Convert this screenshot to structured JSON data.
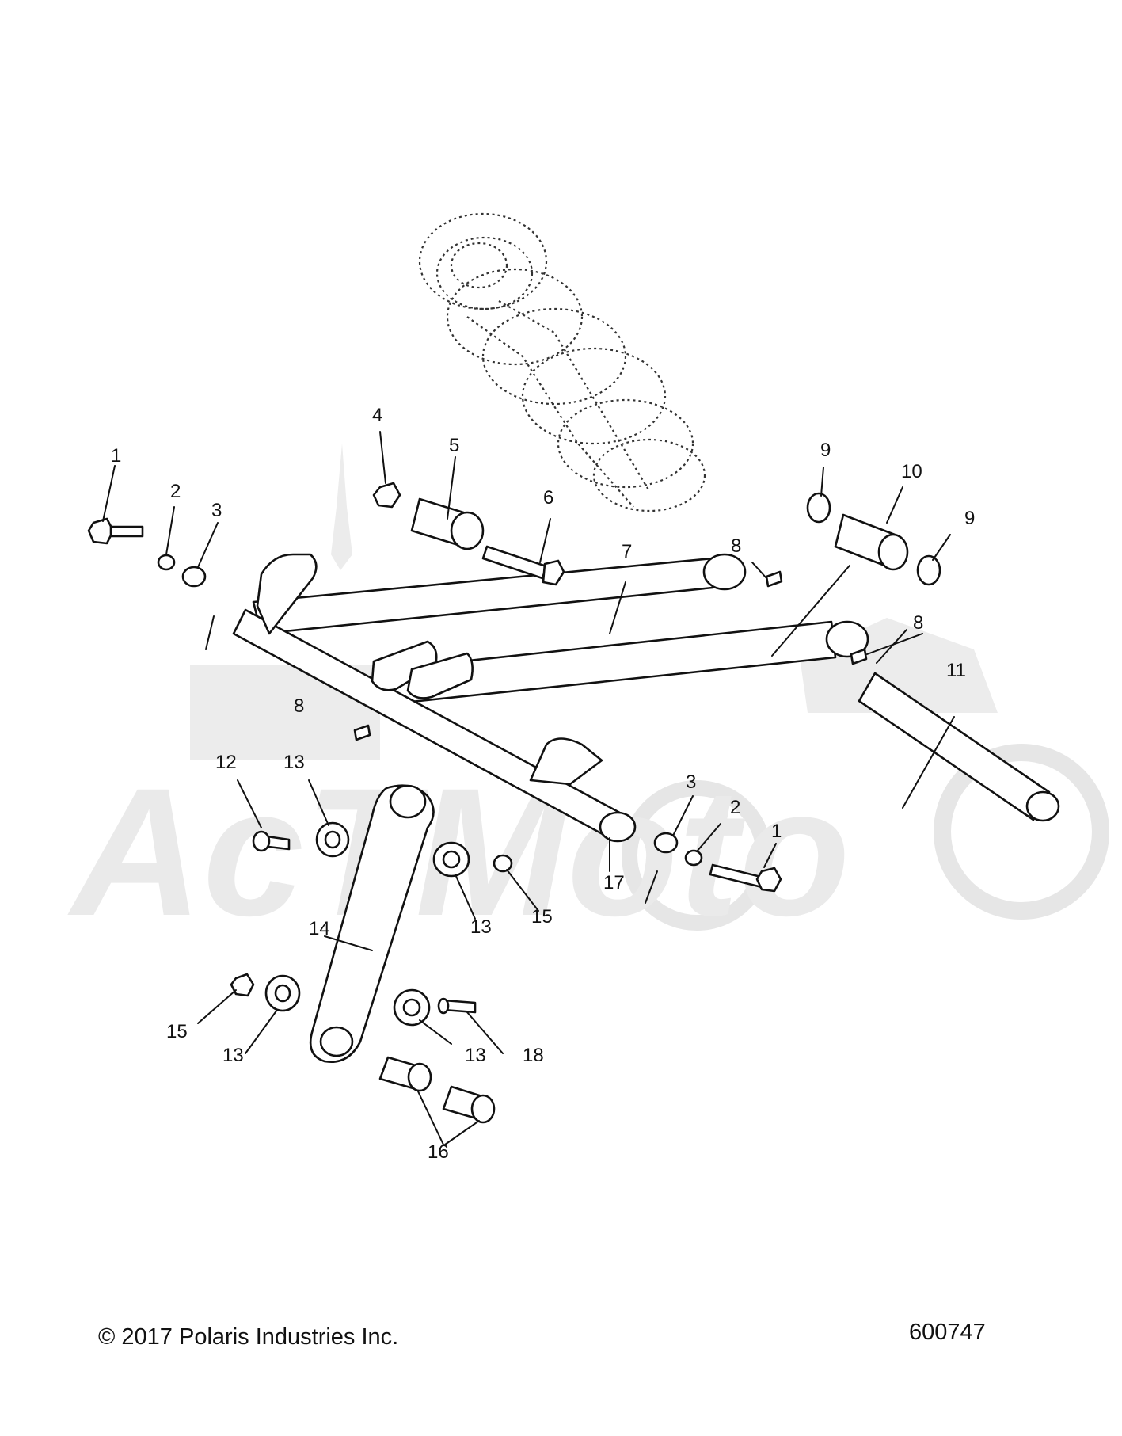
{
  "watermark": {
    "text": "AcTMoto"
  },
  "footer": {
    "copyright": "© 2017 Polaris Industries Inc.",
    "figure_number": "600747"
  },
  "callouts": [
    {
      "id": "c1a",
      "text": "1"
    },
    {
      "id": "c2a",
      "text": "2"
    },
    {
      "id": "c3a",
      "text": "3"
    },
    {
      "id": "c4",
      "text": "4"
    },
    {
      "id": "c5",
      "text": "5"
    },
    {
      "id": "c6",
      "text": "6"
    },
    {
      "id": "c7",
      "text": "7"
    },
    {
      "id": "c8a",
      "text": "8"
    },
    {
      "id": "c8b",
      "text": "8"
    },
    {
      "id": "c8c",
      "text": "8"
    },
    {
      "id": "c9a",
      "text": "9"
    },
    {
      "id": "c9b",
      "text": "9"
    },
    {
      "id": "c10",
      "text": "10"
    },
    {
      "id": "c11",
      "text": "11"
    },
    {
      "id": "c12",
      "text": "12"
    },
    {
      "id": "c13a",
      "text": "13"
    },
    {
      "id": "c13b",
      "text": "13"
    },
    {
      "id": "c13c",
      "text": "13"
    },
    {
      "id": "c13d",
      "text": "13"
    },
    {
      "id": "c14",
      "text": "14"
    },
    {
      "id": "c15a",
      "text": "15"
    },
    {
      "id": "c15b",
      "text": "15"
    },
    {
      "id": "c16",
      "text": "16"
    },
    {
      "id": "c17",
      "text": "17"
    },
    {
      "id": "c3b",
      "text": "3"
    },
    {
      "id": "c2b",
      "text": "2"
    },
    {
      "id": "c1b",
      "text": "1"
    },
    {
      "id": "c18",
      "text": "18"
    }
  ]
}
